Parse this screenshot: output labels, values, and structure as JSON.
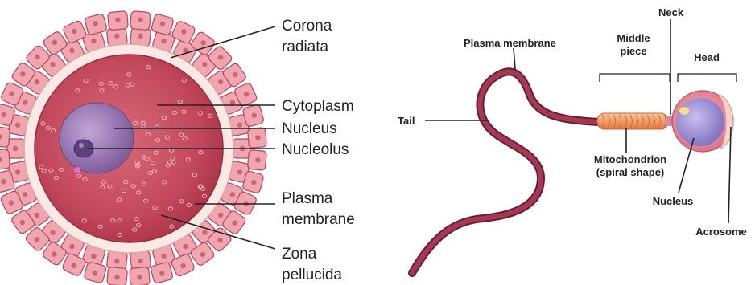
{
  "ovum": {
    "labels": {
      "corona_1": "Corona",
      "corona_2": "radiata",
      "cytoplasm": "Cytoplasm",
      "nucleus": "Nucleus",
      "nucleolus": "Nucleolus",
      "plasma_1": "Plasma",
      "plasma_2": "membrane",
      "zona_1": "Zona",
      "zona_2": "pellucida"
    }
  },
  "sperm": {
    "labels": {
      "neck": "Neck",
      "plasma_membrane": "Plasma membrane",
      "middle_1": "Middle",
      "middle_2": "piece",
      "head": "Head",
      "tail": "Tail",
      "mito_1": "Mitochondrion",
      "mito_2": "(spiral shape)",
      "nucleus": "Nucleus",
      "acrosome": "Acrosome"
    }
  },
  "colors": {
    "corona_cell": "#f0a6b0",
    "corona_outline": "#b8455a",
    "zona": "#fbe9e6",
    "cytoplasm": "#b93b50",
    "nucleus": "#8e6aa6",
    "sperm_body": "#8e2840",
    "midpiece": "#f2a070",
    "sperm_nucleus": "#9b8ad0",
    "acrosome": "#f6c7c3"
  }
}
